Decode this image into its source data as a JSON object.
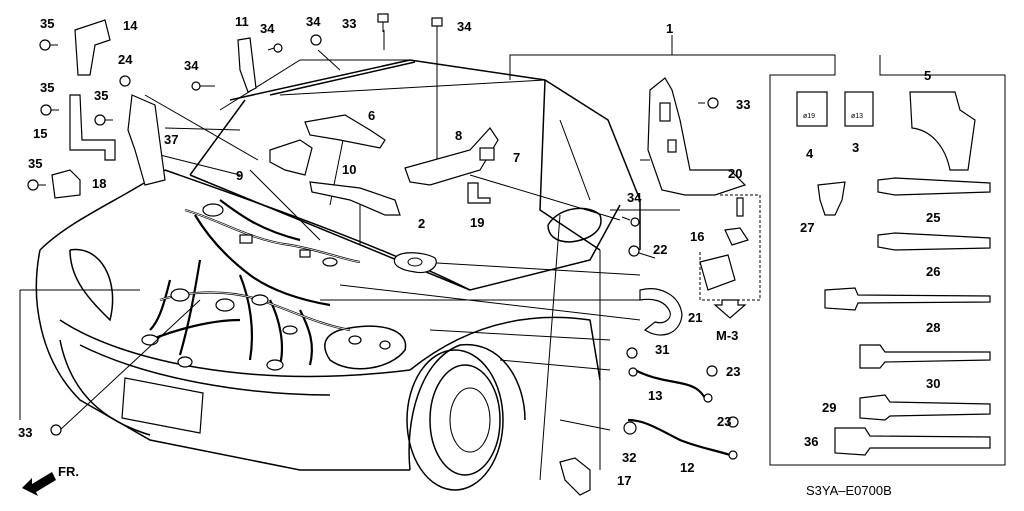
{
  "diagram": {
    "code": "S3YA–E0700B",
    "direction_label": "FR.",
    "ref_label": "M-3",
    "clip_sizes": {
      "a": "ø19",
      "b": "ø13"
    },
    "callouts": [
      "1",
      "2",
      "3",
      "4",
      "5",
      "6",
      "7",
      "8",
      "9",
      "10",
      "11",
      "12",
      "13",
      "14",
      "15",
      "16",
      "17",
      "18",
      "19",
      "20",
      "21",
      "22",
      "23",
      "24",
      "25",
      "26",
      "27",
      "28",
      "29",
      "30",
      "31",
      "32",
      "33",
      "34",
      "35",
      "36",
      "37"
    ]
  }
}
